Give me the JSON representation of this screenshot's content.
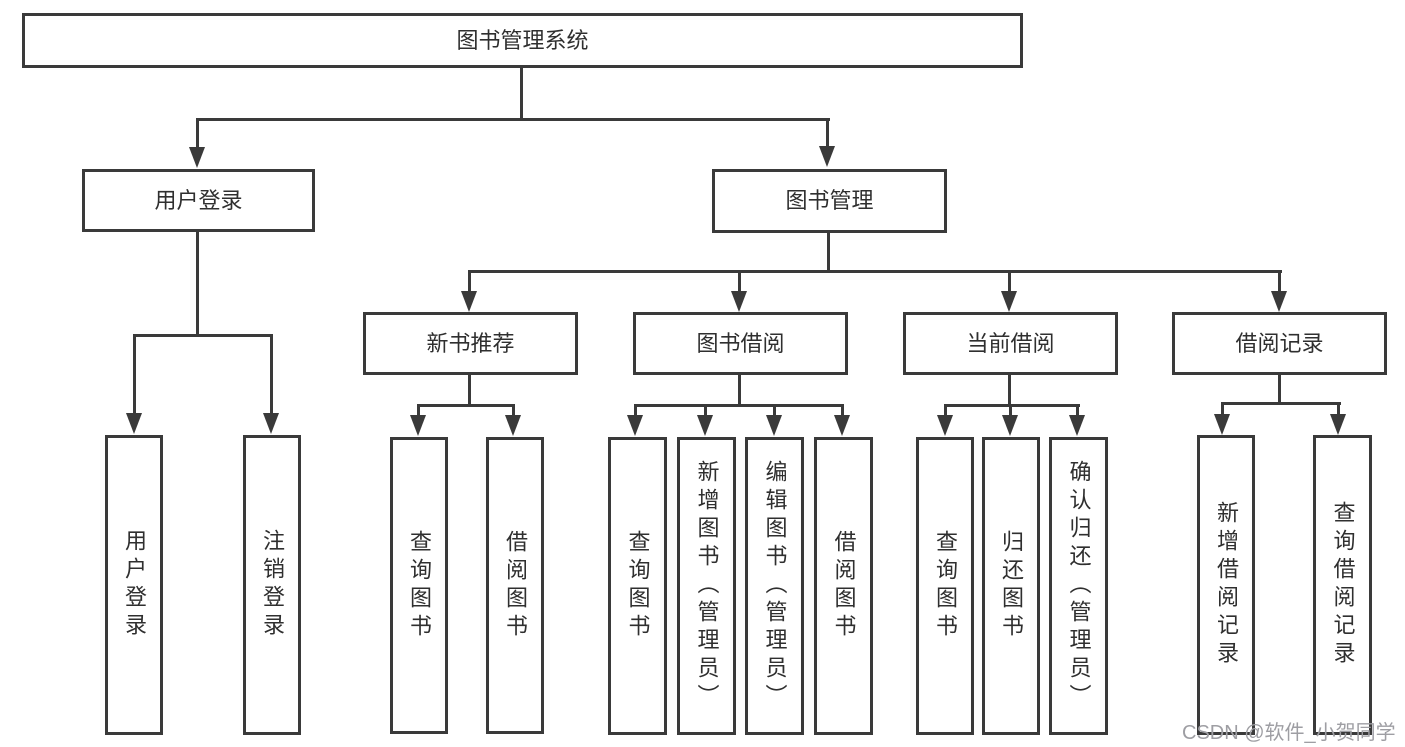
{
  "diagram": {
    "root": {
      "label": "图书管理系统"
    },
    "branches": [
      {
        "label": "用户登录",
        "children": [
          {
            "label": "用户登录"
          },
          {
            "label": "注销登录"
          }
        ]
      },
      {
        "label": "图书管理",
        "children": [
          {
            "label": "新书推荐",
            "children": [
              {
                "label": "查询图书"
              },
              {
                "label": "借阅图书"
              }
            ]
          },
          {
            "label": "图书借阅",
            "children": [
              {
                "label": "查询图书"
              },
              {
                "label": "新增图书（管理员）"
              },
              {
                "label": "编辑图书（管理员）"
              },
              {
                "label": "借阅图书"
              }
            ]
          },
          {
            "label": "当前借阅",
            "children": [
              {
                "label": "查询图书"
              },
              {
                "label": "归还图书"
              },
              {
                "label": "确认归还（管理员）"
              }
            ]
          },
          {
            "label": "借阅记录",
            "children": [
              {
                "label": "新增借阅记录"
              },
              {
                "label": "查询借阅记录"
              }
            ]
          }
        ]
      }
    ]
  },
  "watermark": {
    "text": "CSDN @软件_小贺同学"
  },
  "colors": {
    "line": "#3a3a3a",
    "text": "#2f2f2f",
    "background": "#ffffff",
    "watermark": "#9e9ea3"
  }
}
